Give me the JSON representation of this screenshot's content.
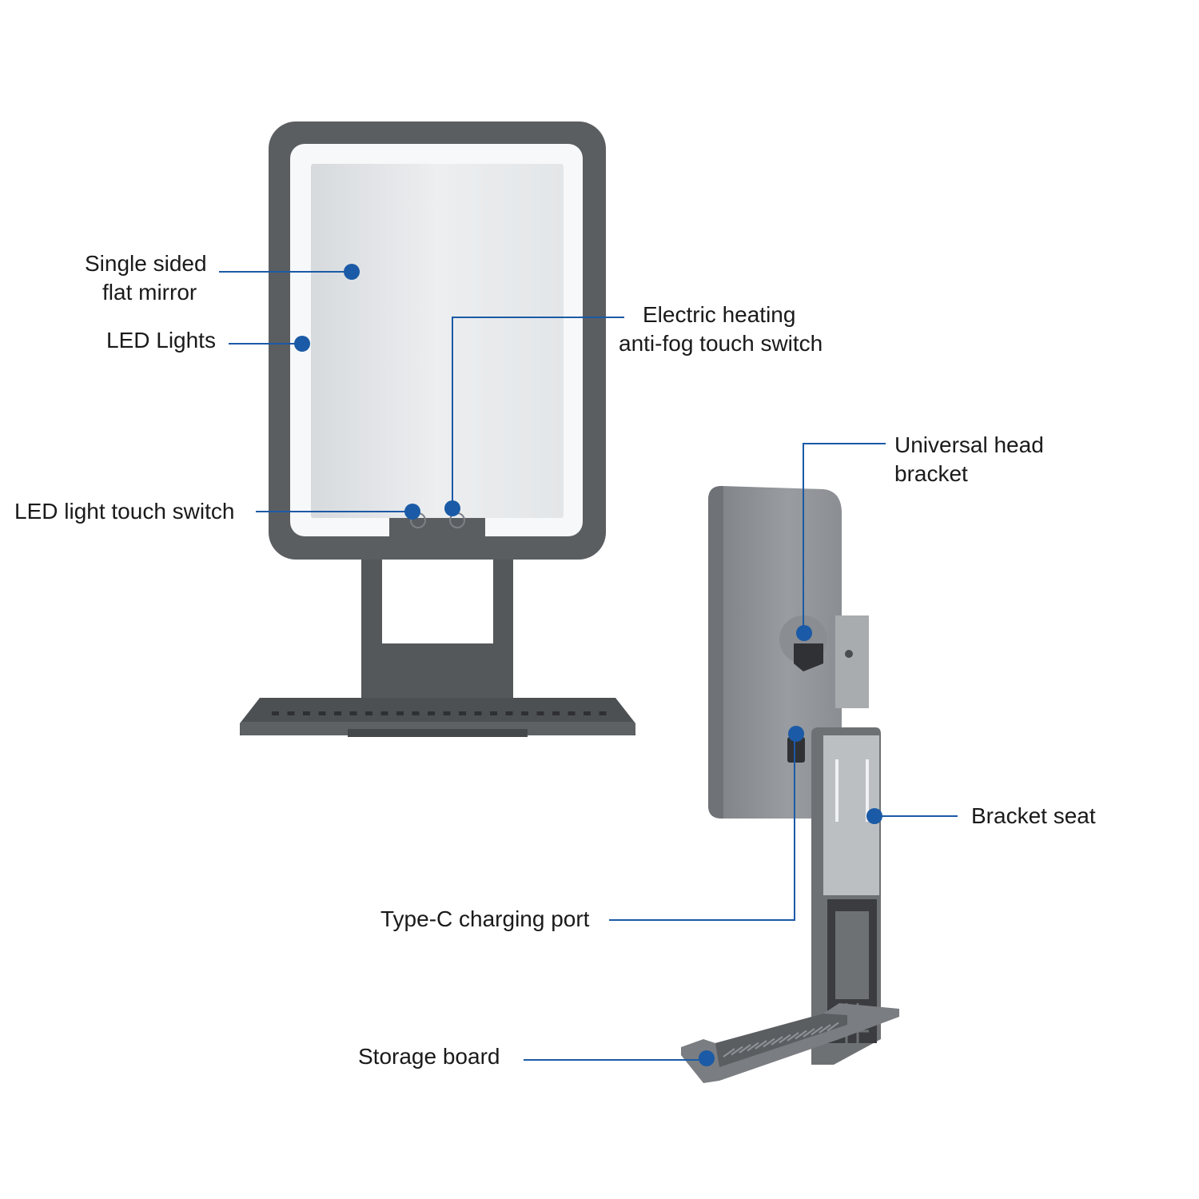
{
  "colors": {
    "callout": "#1b5aa6",
    "frame": "#5b5e61",
    "frame_dark": "#45484b",
    "mirror_light": "#f4f5f6",
    "mirror_glass": "#dfe2e4",
    "side_panel": "#8d9094",
    "bracket_plate": "#b6b9bc"
  },
  "callouts": {
    "mirror": {
      "line1": "Single sided",
      "line2": "flat mirror"
    },
    "led_lights": {
      "line1": "LED Lights"
    },
    "led_switch": {
      "line1": "LED light touch switch"
    },
    "heating_switch": {
      "line1": "Electric heating",
      "line2": "anti-fog touch switch"
    },
    "head_bracket": {
      "line1": "Universal head",
      "line2": "bracket"
    },
    "bracket_seat": {
      "line1": "Bracket seat"
    },
    "typec_port": {
      "line1": "Type-C charging port"
    },
    "storage_board": {
      "line1": "Storage board"
    }
  }
}
